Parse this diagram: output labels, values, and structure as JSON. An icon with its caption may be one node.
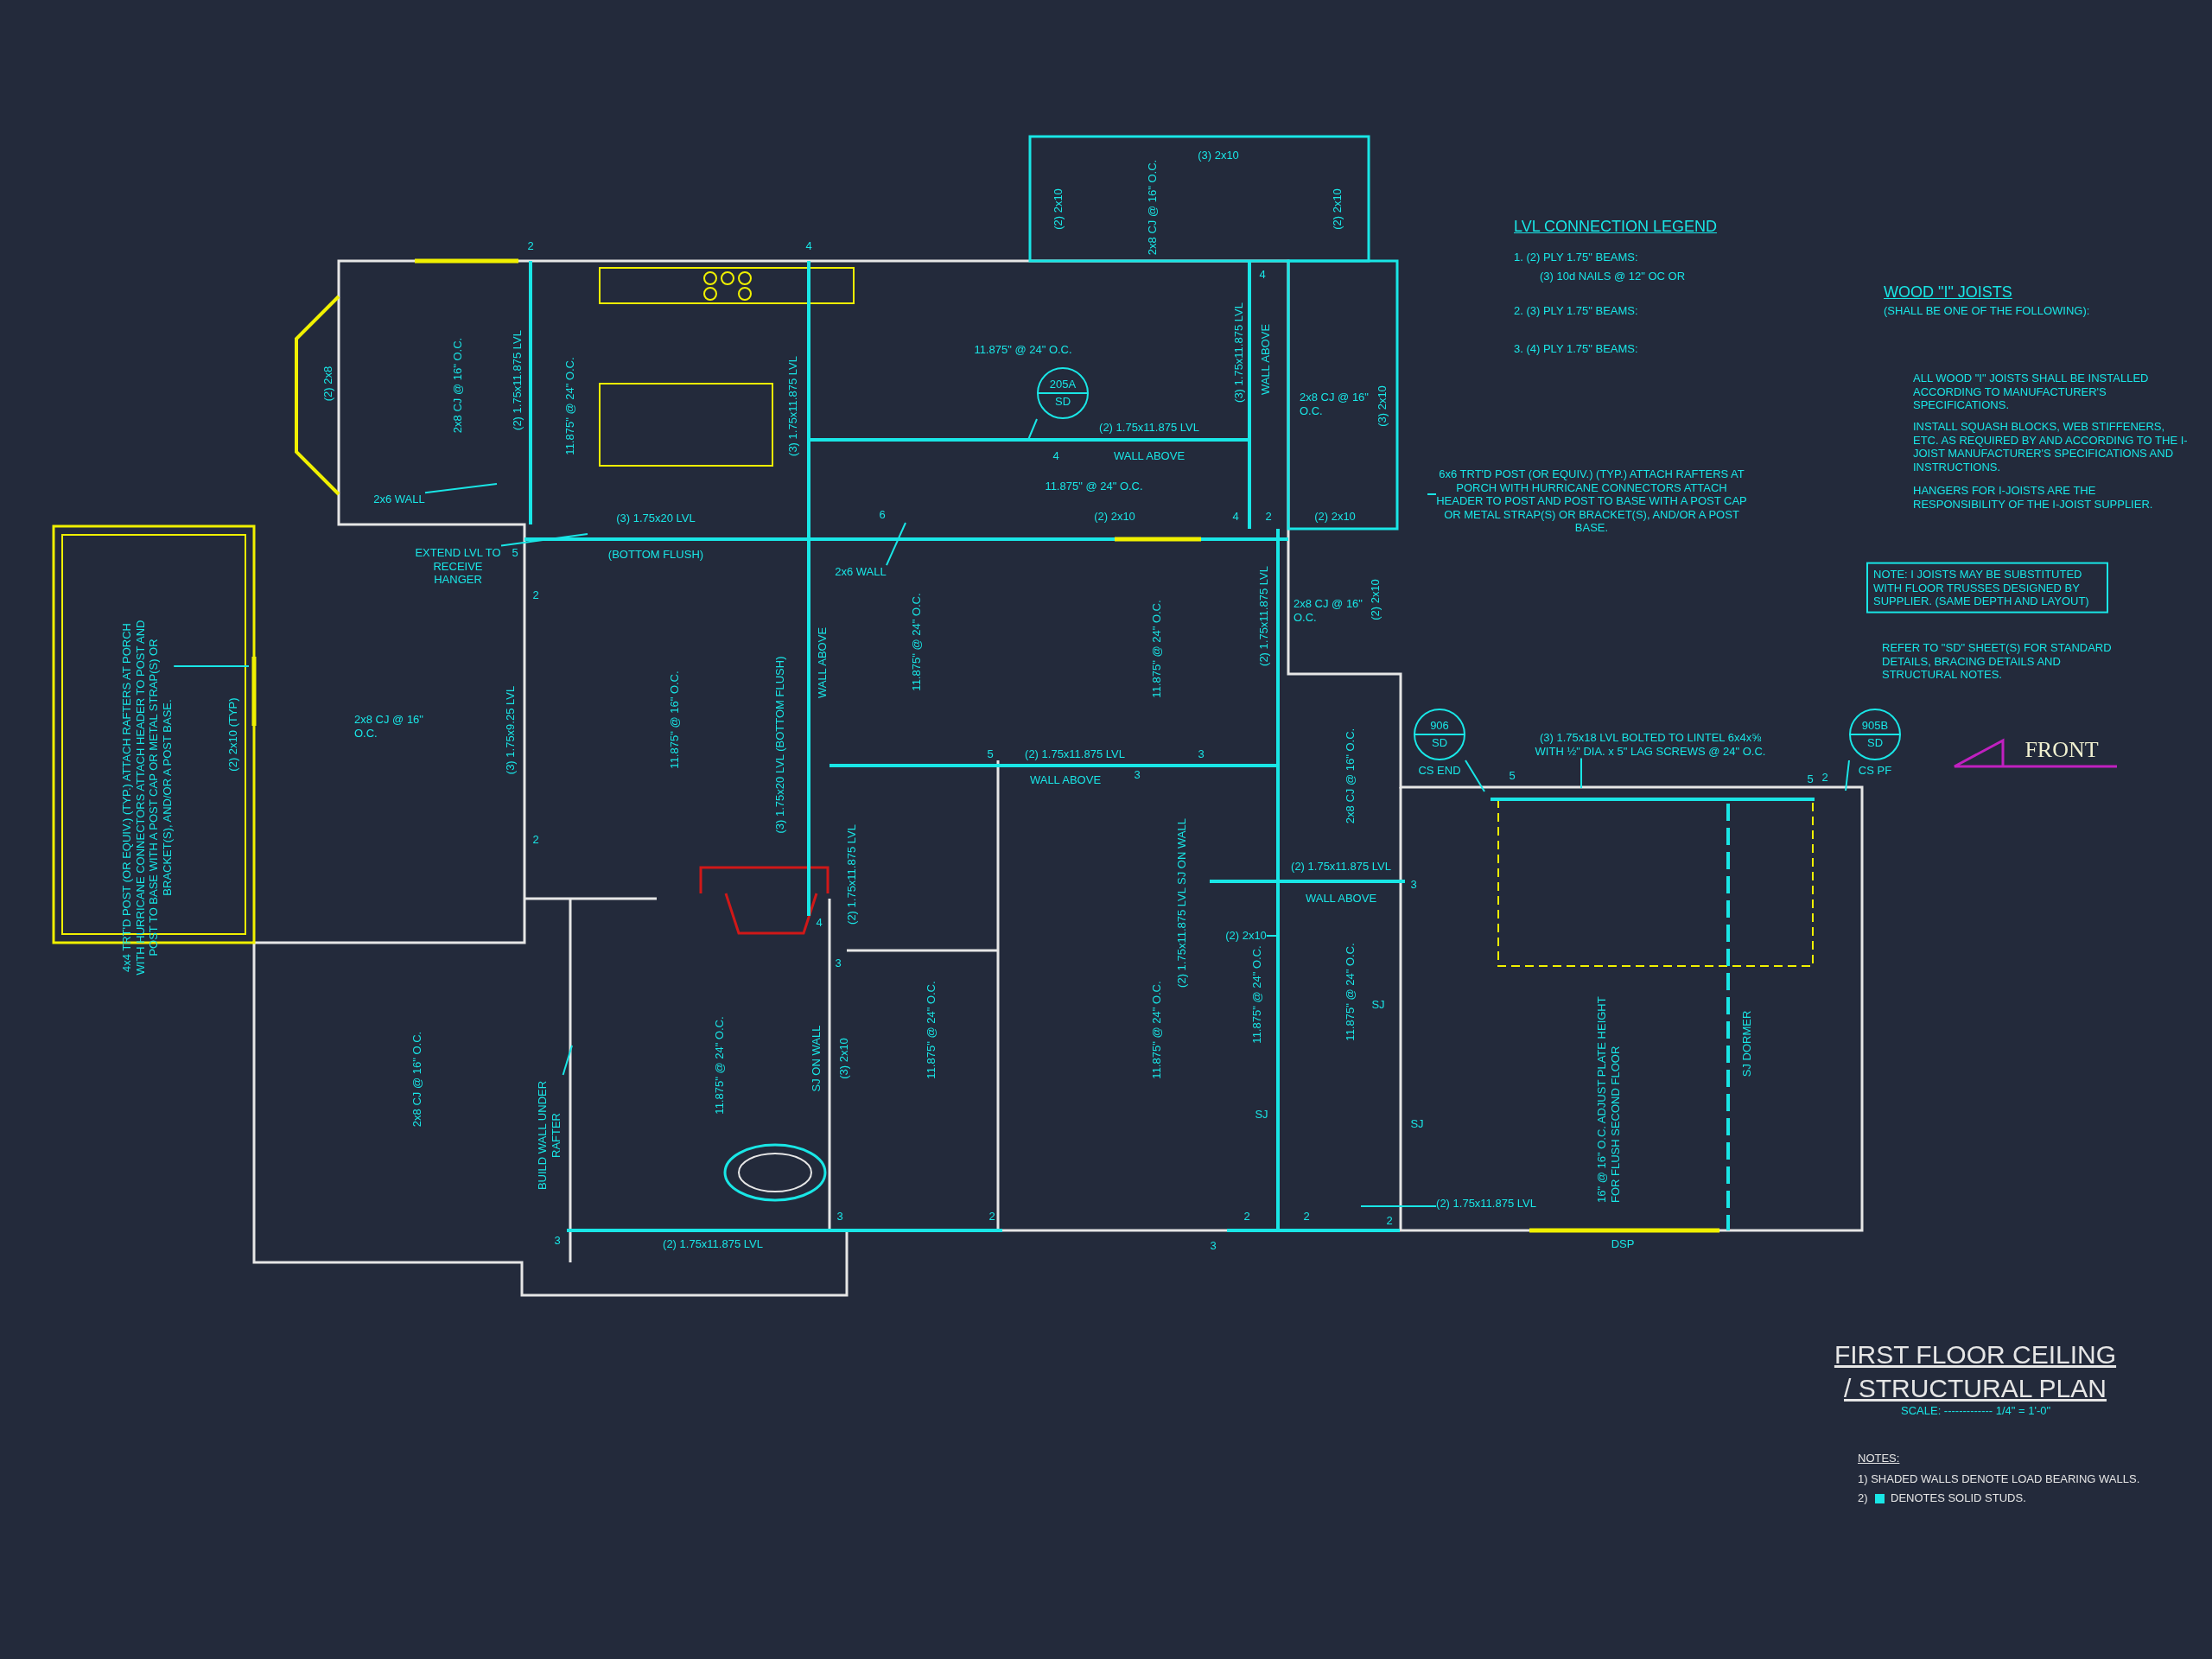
{
  "diagram": {
    "title": "FIRST FLOOR CEILING / STRUCTURAL PLAN",
    "nodes": [
      {
        "text": [
          "205A",
          "SD"
        ]
      },
      {
        "text": [
          "906",
          "SD"
        ],
        "beside": [
          "CS END"
        ]
      },
      {
        "text": [
          "905B",
          "SD"
        ],
        "beside": [
          "CS PF"
        ]
      },
      {
        "text": [
          "EXTEND LVL TO RECEIVE HANGER"
        ]
      },
      {
        "text": [
          "2x6 WALL"
        ]
      },
      {
        "text": [
          "2x6 WALL"
        ]
      },
      {
        "text": [
          "4x4 TRT'D POST (OR EQUIV.) (TYP.) ATTACH RAFTERS AT PORCH WITH HURRICANE CONNECTORS ATTACH HEADER TO POST AND POST TO BASE WITH A POST CAP OR METAL STRAP(S) OR BRACKET(S), AND/OR A POST BASE."
        ]
      },
      {
        "text": [
          "6x6 TRT'D POST (OR EQUIV.) (TYP.) ATTACH RAFTERS AT PORCH WITH HURRICANE CONNECTORS ATTACH HEADER TO POST AND POST TO BASE WITH A POST CAP OR METAL STRAP(S) OR BRACKET(S), AND/OR A POST BASE."
        ]
      },
      {
        "text": [
          "(3) 1.75x18 LVL BOLTED TO LINTEL 6x4x⅝ WITH ½\" DIA. x 5\" LAG SCREWS @ 24\" O.C."
        ]
      },
      {
        "text": [
          "BUILD WALL UNDER RAFTER"
        ]
      },
      {
        "text": [
          "NOTE: I JOISTS MAY BE SUBSTITUTED WITH FLOOR TRUSSES DESIGNED BY SUPPLIER. (SAME DEPTH AND LAYOUT)"
        ]
      },
      {
        "text": [
          "(2) 1.75x11.875 LVL"
        ]
      },
      {
        "text": [
          "(2) 2x10"
        ]
      }
    ],
    "edges": [
      {
        "from": 0,
        "to": null,
        "arrow": "none"
      },
      {
        "from": 1,
        "to": null,
        "arrow": "none"
      },
      {
        "from": 2,
        "to": null,
        "arrow": "none"
      },
      {
        "from": 3,
        "to": null,
        "arrow": "none"
      },
      {
        "from": 4,
        "to": null,
        "arrow": "none"
      },
      {
        "from": 5,
        "to": null,
        "arrow": "none"
      },
      {
        "from": 6,
        "to": null,
        "arrow": "none"
      },
      {
        "from": 7,
        "to": null,
        "arrow": "none"
      },
      {
        "from": 8,
        "to": null,
        "arrow": "none"
      },
      {
        "from": 9,
        "to": null,
        "arrow": "none"
      },
      {
        "from": 11,
        "to": null,
        "arrow": "none"
      },
      {
        "from": 12,
        "to": null,
        "arrow": "none"
      }
    ],
    "labels": [
      "(3) 2x10",
      "(2) 2x10",
      "2x8 CJ @ 16\" O.C.",
      "(2) 2x10",
      "LVL CONNECTION LEGEND",
      "1. (2) PLY 1.75\" BEAMS:",
      "(3) 10d NAILS @ 12\" OC OR",
      "2. (3) PLY 1.75\" BEAMS:",
      "3. (4) PLY 1.75\" BEAMS:",
      "WOOD \"I\" JOISTS",
      "(SHALL BE ONE OF THE FOLLOWING):",
      "ALL WOOD \"I\" JOISTS SHALL BE INSTALLED ACCORDING TO MANUFACTURER'S SPECIFICATIONS.",
      "INSTALL SQUASH BLOCKS, WEB STIFFENERS, ETC. AS REQUIRED BY AND ACCORDING TO THE I-JOIST MANUFACTURER'S SPECIFICATIONS AND INSTRUCTIONS.",
      "HANGERS FOR I-JOISTS ARE THE RESPONSIBILITY OF THE I-JOIST SUPPLIER.",
      "REFER TO \"SD\" SHEET(S) FOR STANDARD DETAILS, BRACING DETAILS AND STRUCTURAL NOTES.",
      "2",
      "4",
      "4",
      "11.875\" @ 24\" O.C.",
      "(3) 1.75x11.875 LVL",
      "WALL ABOVE",
      "(2) 2x8",
      "2x8 CJ @ 16\" O.C.",
      "(2) 1.75x11.875 LVL",
      "11.875\" @ 24\" O.C.",
      "(3) 1.75x11.875 LVL",
      "2x8 CJ @ 16\" O.C.",
      "(3) 2x10",
      "(2) 1.75x11.875 LVL",
      "4",
      "WALL ABOVE",
      "11.875\" @ 24\" O.C.",
      "(3) 1.75x20 LVL",
      "6",
      "(2) 2x10",
      "4",
      "2",
      "(2) 2x10",
      "5",
      "(BOTTOM FLUSH)",
      "2",
      "(2) 1.75x11.875 LVL",
      "2x8 CJ @ 16\" O.C.",
      "(2) 2x10",
      "WALL ABOVE",
      "11.875\" @ 24\" O.C.",
      "11.875\" @ 24\" O.C.",
      "(2) 2x10 (TYP)",
      "2x8 CJ @ 16\" O.C.",
      "(3) 1.75x9.25 LVL",
      "11.875\" @ 16\" O.C.",
      "(3) 1.75x20 LVL (BOTTOM FLUSH)",
      "5",
      "(2) 1.75x11.875 LVL",
      "3",
      "FRONT",
      "WALL ABOVE",
      "3",
      "2x8 CJ @ 16\" O.C.",
      "5",
      "5",
      "2",
      "2",
      "(2) 1.75x11.875 LVL",
      "(2) 1.75x11.875 LVL",
      "(2) 1.75x11.875 LVL SJ ON WALL",
      "WALL ABOVE",
      "3",
      "4",
      "3",
      "11.875\" @ 24\" O.C.",
      "11.875\" @ 24\" O.C.",
      "SJ",
      "11.875\" @ 24\" O.C.",
      "11.875\" @ 24\" O.C.",
      "SJ DORMER",
      "2x8 CJ @ 16\" O.C.",
      "11.875\" @ 24\" O.C.",
      "SJ ON WALL",
      "(3) 2x10",
      "16\" @ 16\" O.C. ADJUST PLATE HEIGHT FOR FLUSH SECOND FLOOR",
      "SJ",
      "SJ",
      "3",
      "2",
      "2",
      "2",
      "2",
      "3",
      "(2) 1.75x11.875 LVL",
      "3",
      "DSP",
      "SCALE: ------------- 1/4\" = 1'-0\"",
      "NOTES:",
      "1) SHADED WALLS DENOTE LOAD BEARING WALLS.",
      "2)"
    ],
    "legend": [
      {
        "text": "DENOTES SOLID STUDS.",
        "color": "#19e6e6"
      }
    ]
  }
}
